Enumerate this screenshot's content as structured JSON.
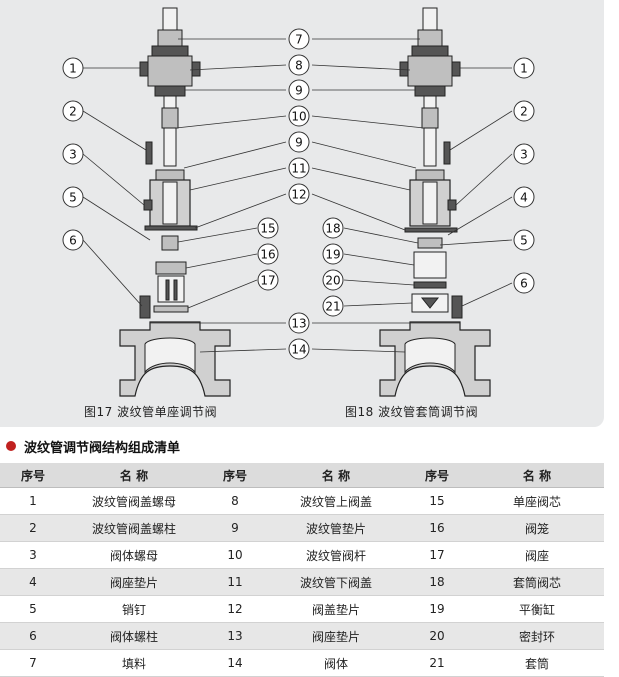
{
  "figures": {
    "left_caption": "图17 波纹管单座调节阀",
    "right_caption": "图18 波纹管套筒调节阀"
  },
  "callouts_left": [
    "1",
    "2",
    "3",
    "5",
    "6"
  ],
  "callouts_center": [
    "7",
    "8",
    "9",
    "10",
    "9",
    "11",
    "12",
    "15",
    "16",
    "17",
    "13",
    "14"
  ],
  "callouts_right": [
    "1",
    "2",
    "3",
    "4",
    "5",
    "6"
  ],
  "callouts_right_inner": [
    "18",
    "19",
    "20",
    "21"
  ],
  "section_title": "波纹管调节阀结构组成清单",
  "table": {
    "headers": [
      "序号",
      "名 称",
      "序号",
      "名 称",
      "序号",
      "名 称"
    ],
    "rows": [
      [
        "1",
        "波纹管阀盖螺母",
        "8",
        "波纹管上阀盖",
        "15",
        "单座阀芯"
      ],
      [
        "2",
        "波纹管阀盖螺柱",
        "9",
        "波纹管垫片",
        "16",
        "阀笼"
      ],
      [
        "3",
        "阀体螺母",
        "10",
        "波纹管阀杆",
        "17",
        "阀座"
      ],
      [
        "4",
        "阀座垫片",
        "11",
        "波纹管下阀盖",
        "18",
        "套筒阀芯"
      ],
      [
        "5",
        "销钉",
        "12",
        "阀盖垫片",
        "19",
        "平衡缸"
      ],
      [
        "6",
        "阀体螺柱",
        "13",
        "阀座垫片",
        "20",
        "密封环"
      ],
      [
        "7",
        "填料",
        "14",
        "阀体",
        "21",
        "套筒"
      ]
    ]
  },
  "colors": {
    "accent": "#c0211f",
    "panel": "#e8e9ea",
    "header": "#dcdcdc",
    "row_alt": "#e7e7e7"
  }
}
